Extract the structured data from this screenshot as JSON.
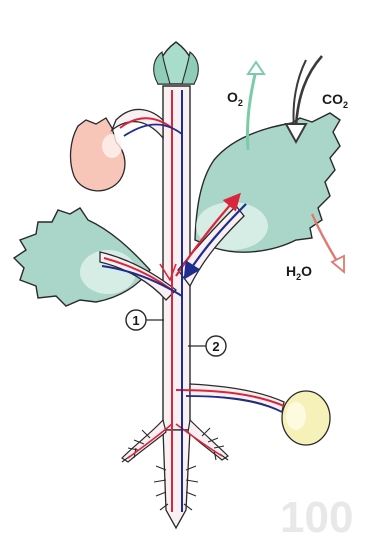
{
  "diagram": {
    "labels": {
      "o2": "O",
      "o2_sub": "2",
      "co2": "CO",
      "co2_sub": "2",
      "h2o_h": "H",
      "h2o_sub": "2",
      "h2o_o": "O",
      "marker_1": "1",
      "marker_2": "2",
      "watermark": "100"
    },
    "colors": {
      "leaf": "#a9d6c9",
      "leaf_outline": "#2a2a2a",
      "fruit": "#f7c6b8",
      "fruit_light": "#fff3ef",
      "bud": "#a8dccb",
      "storage": "#f6f1b9",
      "xylem_red": "#d9263b",
      "phloem_blue": "#1f2c8f",
      "stem_light": "#f9f0f4"
    }
  }
}
